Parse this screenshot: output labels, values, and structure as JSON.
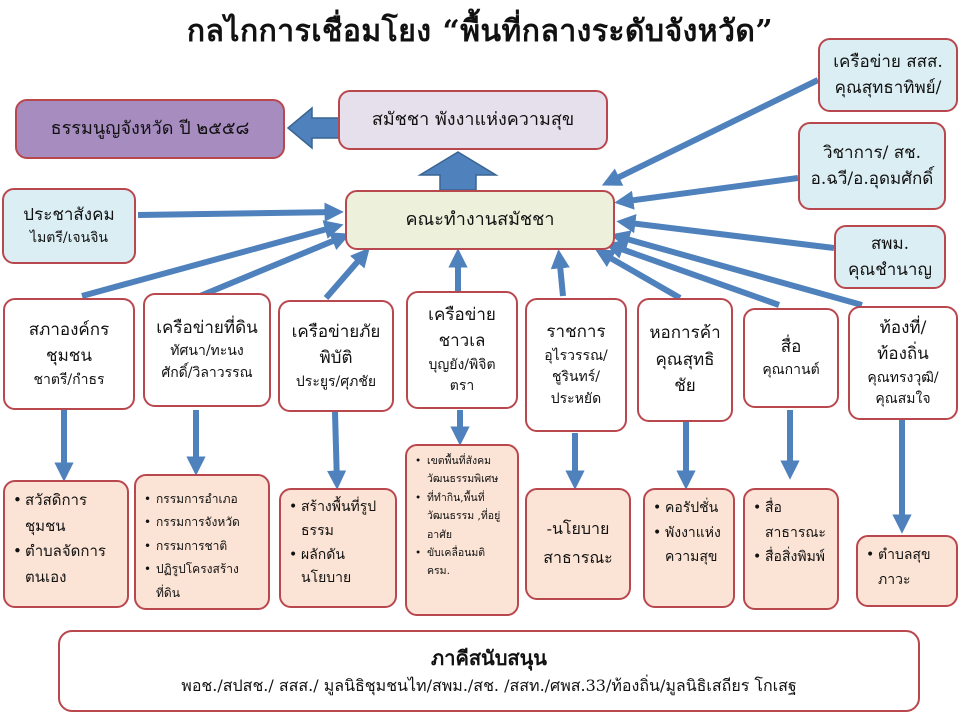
{
  "title": "กลไกการเชื่อมโยง “พื้นที่กลางระดับจังหวัด”",
  "charter": "ธรรมนูญจังหวัด ปี ๒๕๕๘",
  "assembly": "สมัชชา พังงาแห่งความสุข",
  "committee": "คณะทำงานสมัชชา",
  "left_box": {
    "main": "ประชาสังคม",
    "sub": "ไมตรี/เจนจิน"
  },
  "right_boxes": [
    {
      "line1": "เครือข่าย สสส.",
      "line2": "คุณสุทธาทิพย์/"
    },
    {
      "line1": "วิชาการ/ สช.",
      "line2": "อ.ฉวี/อ.อุดมศักดิ์"
    },
    {
      "line1": "สพม.",
      "line2": "คุณชำนาญ"
    }
  ],
  "networks": [
    {
      "main": "สภาองค์กร",
      "main2": "ชุมชน",
      "sub": "ชาตรี/กำธร"
    },
    {
      "main": "เครือข่ายที่ดิน",
      "sub": "ทัศนา/ทะนง",
      "sub2": "ศักดิ์/วิลาวรรณ"
    },
    {
      "main": "เครือข่ายภัย",
      "main2": "พิบัติ",
      "sub": "ประยูร/ศุภชัย"
    },
    {
      "main": "เครือข่าย",
      "main2": "ชาวเล",
      "sub": "บุญยัง/พิจิต",
      "sub2": "ตรา"
    },
    {
      "main": "ราชการ",
      "sub": "อุไรวรรณ/",
      "sub2": "ชูรินทร์/",
      "sub3": "ประหยัด"
    },
    {
      "main": "หอการค้า",
      "main2": "คุณสุทธิ",
      "main3": "ชัย"
    },
    {
      "main": "สื่อ",
      "sub": "คุณกานต์"
    },
    {
      "main": "ท้องที่/",
      "main2": "ท้องถิ่น",
      "sub": "คุณทรงวุฒิ/",
      "sub2": "คุณสมใจ"
    }
  ],
  "outputs": [
    {
      "items": [
        "สวัสดิการชุมชน",
        "ตำบลจัดการตนเอง"
      ]
    },
    {
      "items": [
        "กรรมการอำเภอ",
        "กรรมการจังหวัด",
        "กรรมการชาติ",
        "ปฏิรูปโครงสร้างที่ดิน"
      ]
    },
    {
      "items": [
        "สร้างพื้นที่รูปธรรม",
        "ผลักดันนโยบาย"
      ]
    },
    {
      "items": [
        "เขตพื้นที่สังคมวัฒนธรรมพิเศษ",
        "ที่ทำกิน,พื้นที่วัฒนธรรม ,ที่อยู่อาศัย",
        "ขับเคลื่อนมติ ครม."
      ]
    },
    {
      "items": [
        "-นโยบาย",
        "สาธารณะ"
      ]
    },
    {
      "items": [
        "คอรัปชั่น",
        "พังงาแห่งความสุข"
      ]
    },
    {
      "items": [
        "สื่อสาธารณะ",
        "สื่อสิ่งพิมพ์"
      ]
    },
    {
      "items": [
        "ตำบลสุขภาวะ"
      ]
    }
  ],
  "support": {
    "title": "ภาคีสนับสนุน",
    "members": "พอช./สปสช./ สสส./ มูลนิธิชุมชนไท/สพม./สช. /สสท./ศพส.33/ท้องถิ่น/มูลนิธิเสถียร โกเสฐ"
  },
  "colors": {
    "border": "#b9474e",
    "arrow": "#4f81bd"
  }
}
